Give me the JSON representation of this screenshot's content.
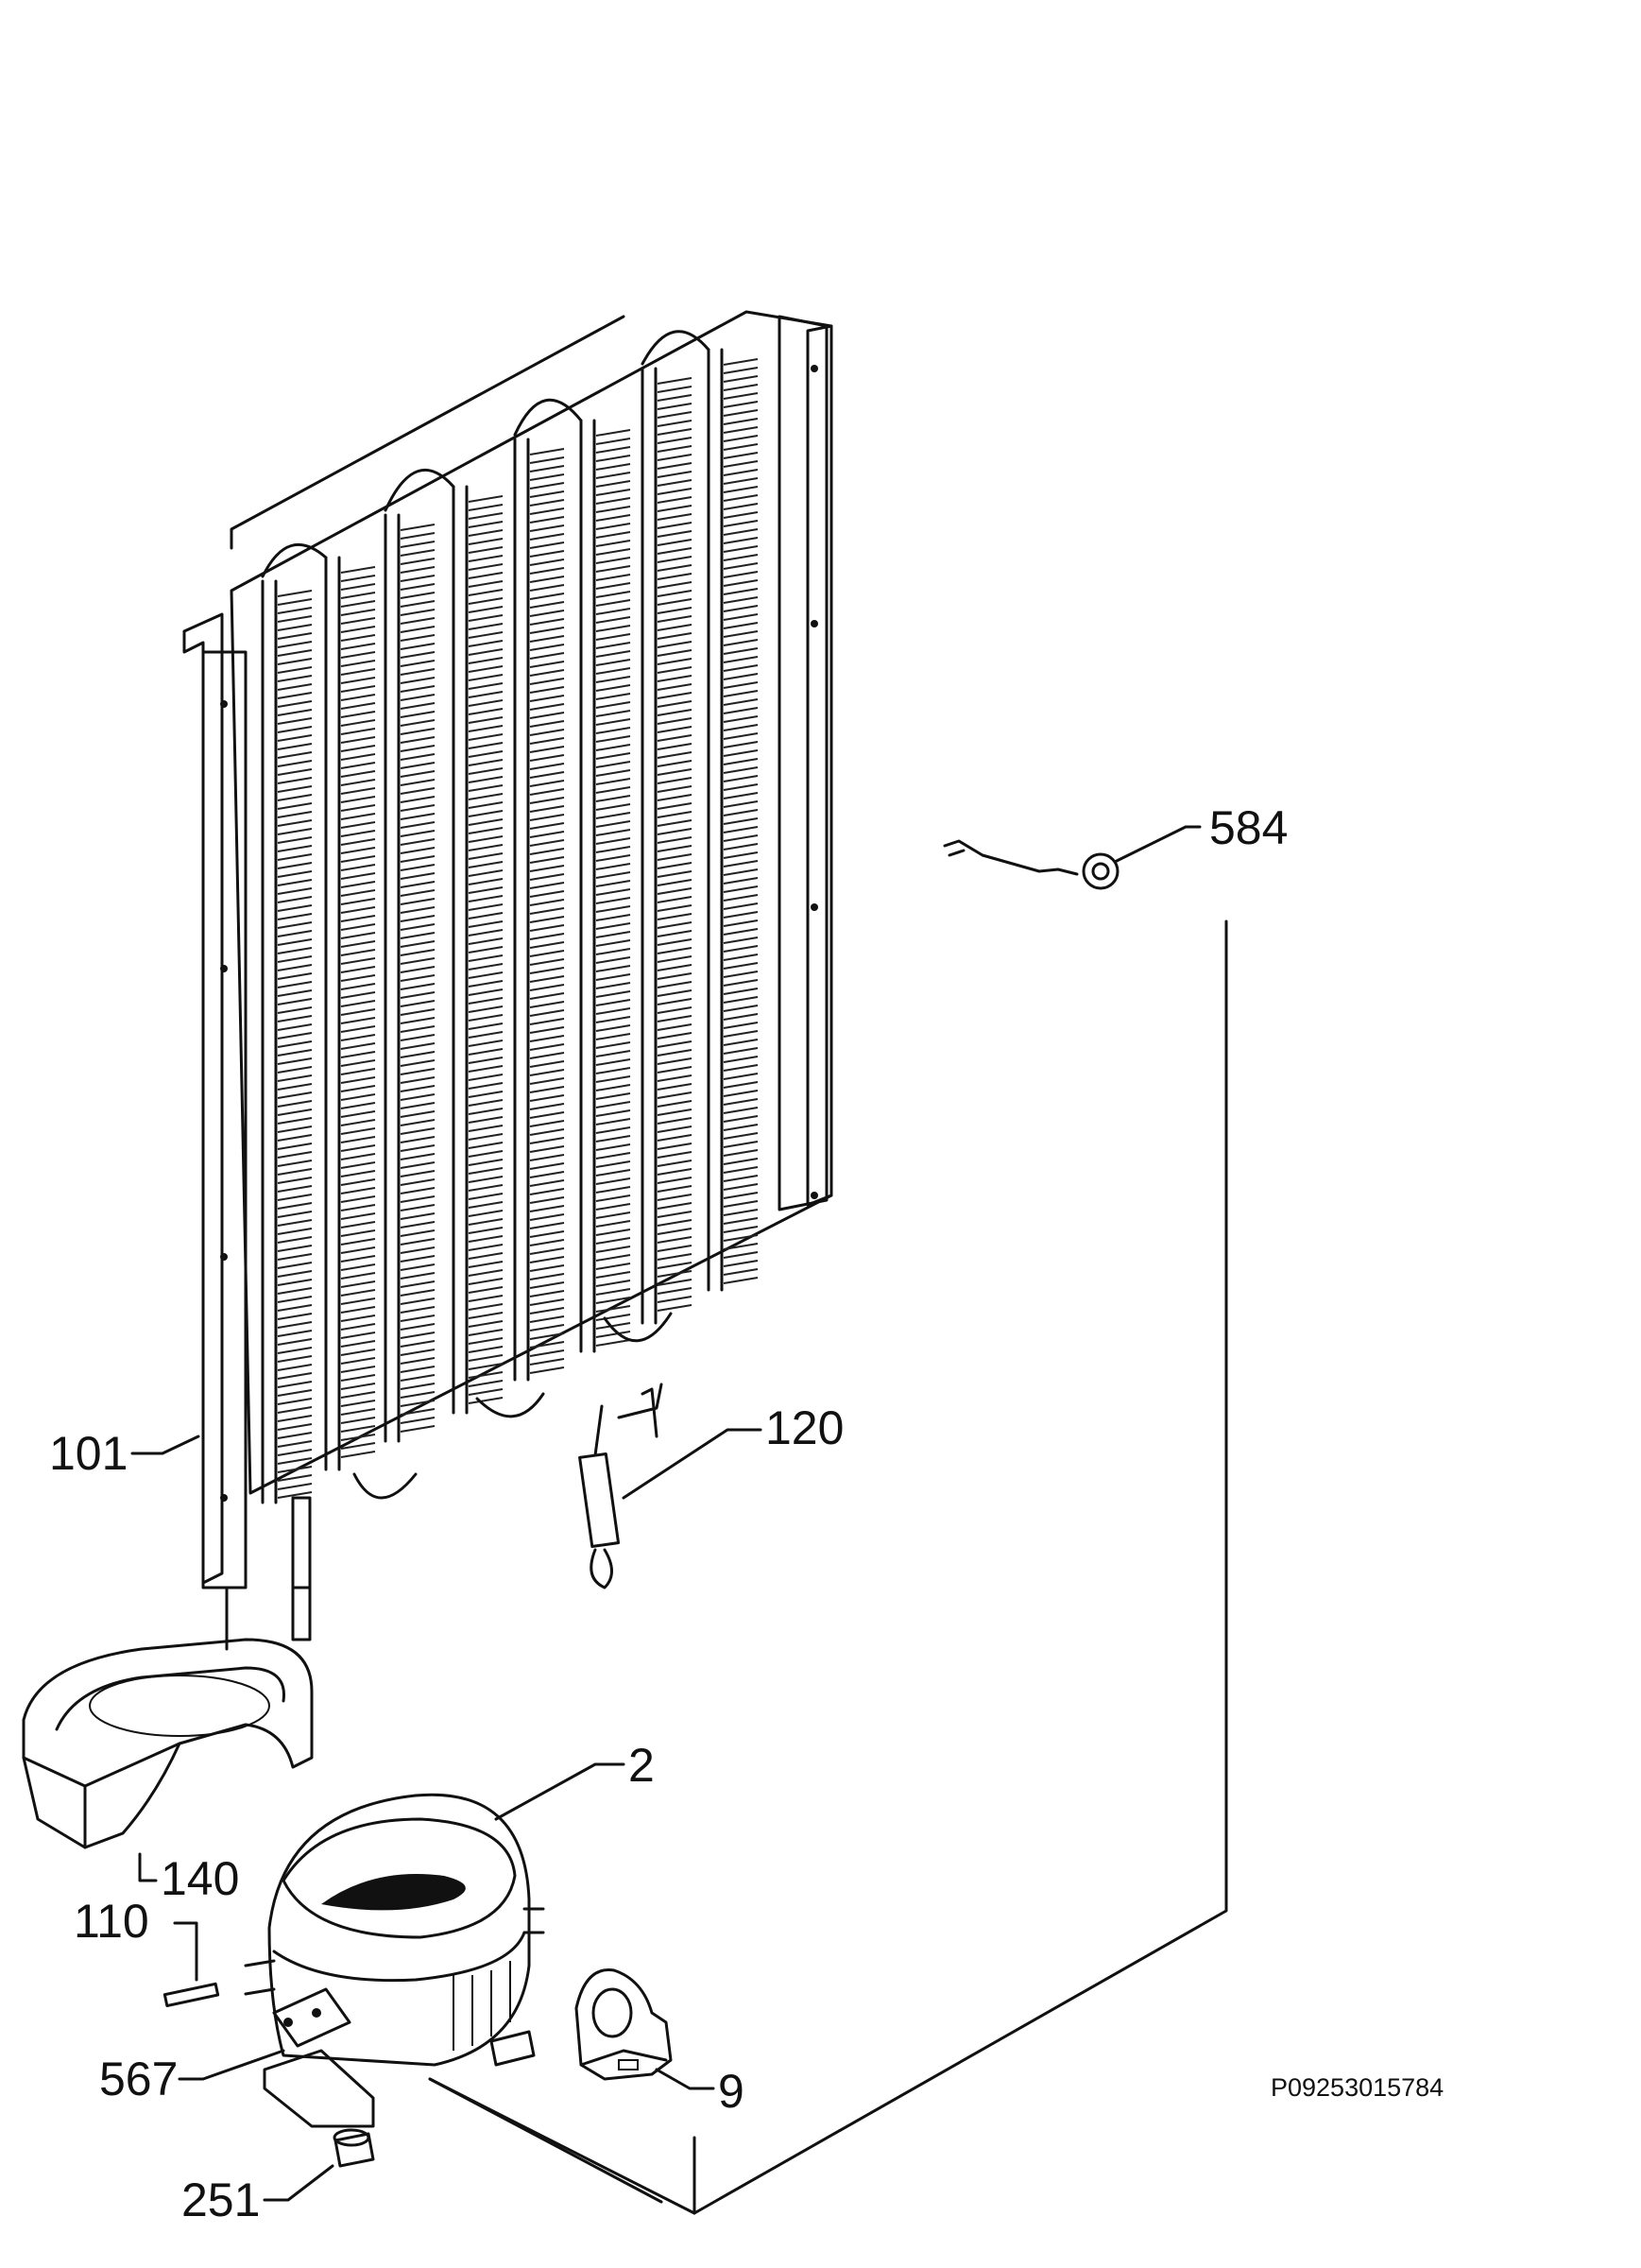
{
  "figure_code": "P09253015784",
  "parts": [
    {
      "id": "584",
      "label": "584"
    },
    {
      "id": "101",
      "label": "101"
    },
    {
      "id": "120",
      "label": "120"
    },
    {
      "id": "2",
      "label": "2"
    },
    {
      "id": "140",
      "label": "140"
    },
    {
      "id": "110",
      "label": "110"
    },
    {
      "id": "567",
      "label": "567"
    },
    {
      "id": "9",
      "label": "9"
    },
    {
      "id": "251",
      "label": "251"
    }
  ]
}
